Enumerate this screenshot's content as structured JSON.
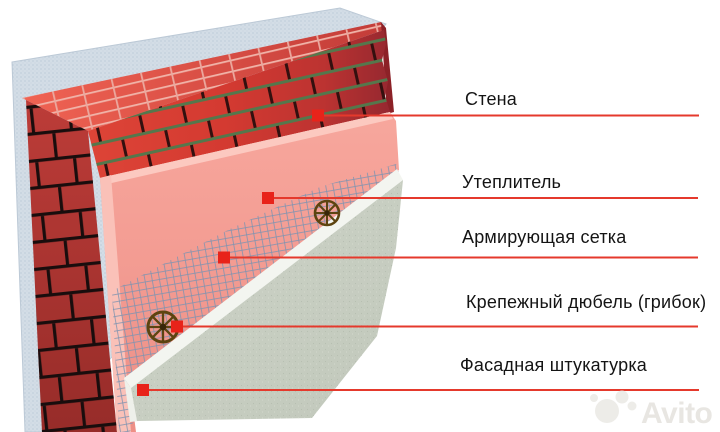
{
  "diagram": {
    "type": "wall-insulation-cutaway-diagram",
    "callouts": [
      {
        "id": "wall",
        "label": "Стена"
      },
      {
        "id": "insulation",
        "label": "Утеплитель"
      },
      {
        "id": "mesh",
        "label": "Армирующая сетка"
      },
      {
        "id": "dowel",
        "label": "Крепежный дюбель (грибок)"
      },
      {
        "id": "plaster",
        "label": "Фасадная штукатурка"
      }
    ]
  },
  "watermark": {
    "text": "Avito"
  },
  "colors": {
    "callout-line": "#e5392c",
    "callout-marker": "#e8231a",
    "label-text": "#141414",
    "brick-red": "#d43a31",
    "brick-mortar-green": "#55774c",
    "brick-end-dark": "#a33330",
    "insulation-pink": "#f4a098",
    "mesh-blue": "#8093b0",
    "plaster-gray": "#c8cec2",
    "backing-sheet-blue": "#d3dde6",
    "dowel-brown": "#5d4410",
    "background": "#ffffff"
  }
}
